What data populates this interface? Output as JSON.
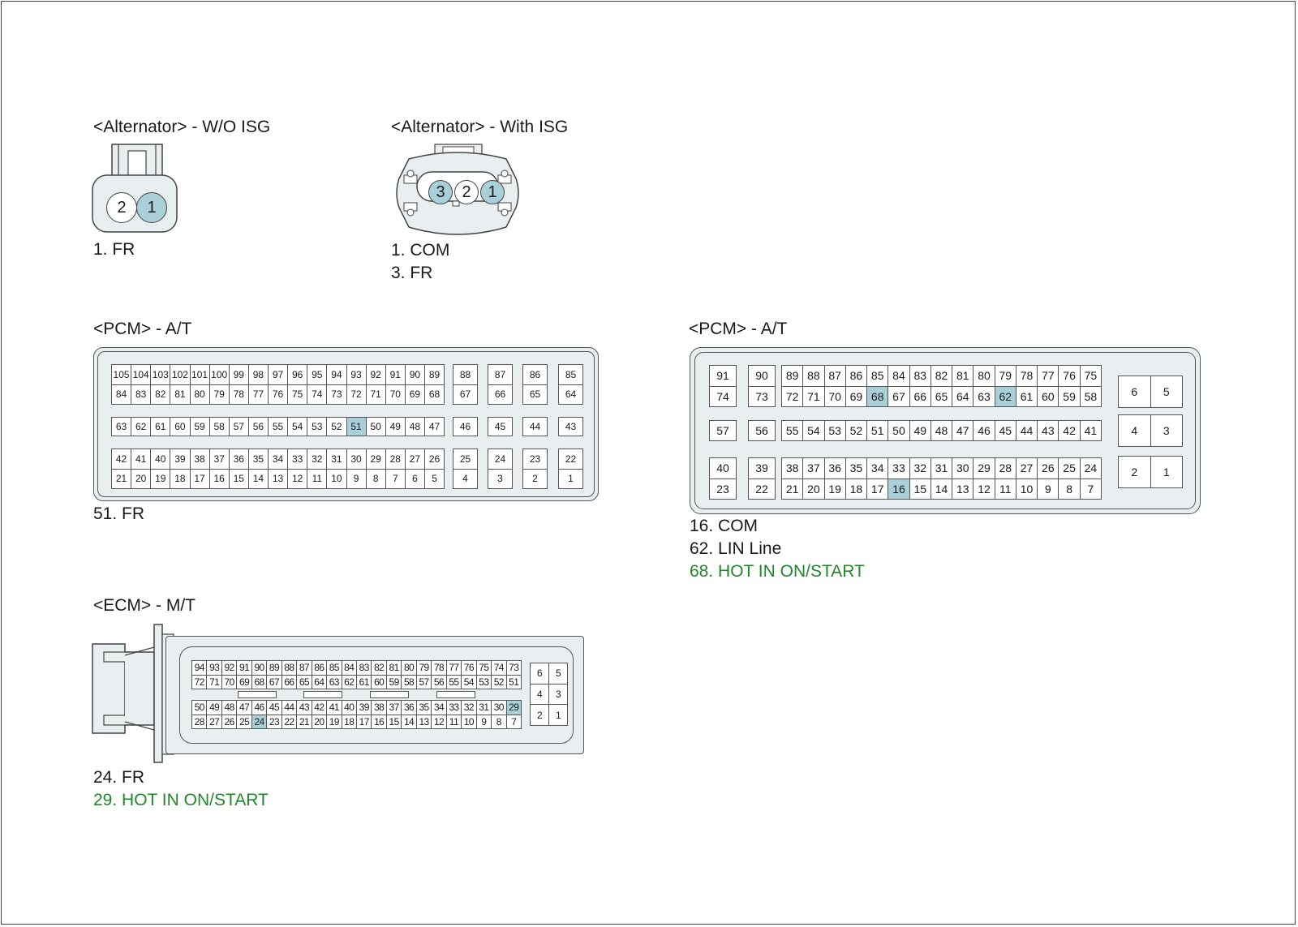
{
  "alt_wo_isg": {
    "title": "<Alternator> - W/O ISG",
    "pins": [
      {
        "n": "2",
        "hl": false
      },
      {
        "n": "1",
        "hl": true
      }
    ],
    "legend": [
      {
        "text": "1. FR",
        "hot": false
      }
    ]
  },
  "alt_with_isg": {
    "title": "<Alternator> - With ISG",
    "pins": [
      {
        "n": "3",
        "hl": true
      },
      {
        "n": "2",
        "hl": false
      },
      {
        "n": "1",
        "hl": true
      }
    ],
    "legend": [
      {
        "text": "1. COM",
        "hot": false
      },
      {
        "text": "3. FR",
        "hot": false
      }
    ]
  },
  "pcm1": {
    "title": "<PCM> - A/T",
    "highlight": [
      "51"
    ],
    "groups": [
      {
        "rows": [
          [
            "105",
            "104",
            "103",
            "102",
            "101",
            "100",
            "99",
            "98",
            "97",
            "96",
            "95",
            "94",
            "93",
            "92",
            "91",
            "90",
            "89"
          ],
          [
            "84",
            "83",
            "82",
            "81",
            "80",
            "79",
            "78",
            "77",
            "76",
            "75",
            "74",
            "73",
            "72",
            "71",
            "70",
            "69",
            "68"
          ]
        ]
      },
      {
        "rows": [
          [
            "88"
          ],
          [
            "67"
          ]
        ]
      },
      {
        "rows": [
          [
            "87"
          ],
          [
            "66"
          ]
        ]
      },
      {
        "rows": [
          [
            "86"
          ],
          [
            "65"
          ]
        ]
      },
      {
        "rows": [
          [
            "85"
          ],
          [
            "64"
          ]
        ]
      },
      {
        "rows": [
          [
            "63",
            "62",
            "61",
            "60",
            "59",
            "58",
            "57",
            "56",
            "55",
            "54",
            "53",
            "52",
            "51",
            "50",
            "49",
            "48",
            "47"
          ]
        ]
      },
      {
        "rows": [
          [
            "46"
          ]
        ]
      },
      {
        "rows": [
          [
            "45"
          ]
        ]
      },
      {
        "rows": [
          [
            "44"
          ]
        ]
      },
      {
        "rows": [
          [
            "43"
          ]
        ]
      },
      {
        "rows": [
          [
            "42",
            "41",
            "40",
            "39",
            "38",
            "37",
            "36",
            "35",
            "34",
            "33",
            "32",
            "31",
            "30",
            "29",
            "28",
            "27",
            "26"
          ],
          [
            "21",
            "20",
            "19",
            "18",
            "17",
            "16",
            "15",
            "14",
            "13",
            "12",
            "11",
            "10",
            "9",
            "8",
            "7",
            "6",
            "5"
          ]
        ]
      },
      {
        "rows": [
          [
            "25"
          ],
          [
            "4"
          ]
        ]
      },
      {
        "rows": [
          [
            "24"
          ],
          [
            "3"
          ]
        ]
      },
      {
        "rows": [
          [
            "23"
          ],
          [
            "2"
          ]
        ]
      },
      {
        "rows": [
          [
            "22"
          ],
          [
            "1"
          ]
        ]
      }
    ],
    "legend": [
      {
        "text": "51. FR",
        "hot": false
      }
    ]
  },
  "pcm2": {
    "title": "<PCM> - A/T",
    "highlight": [
      "68",
      "62",
      "16"
    ],
    "groups": [
      {
        "rows": [
          [
            "91"
          ],
          [
            "74"
          ]
        ]
      },
      {
        "rows": [
          [
            "90"
          ],
          [
            "73"
          ]
        ]
      },
      {
        "rows": [
          [
            "89",
            "88",
            "87",
            "86",
            "85",
            "84",
            "83",
            "82",
            "81",
            "80",
            "79",
            "78",
            "77",
            "76",
            "75"
          ],
          [
            "72",
            "71",
            "70",
            "69",
            "68",
            "67",
            "66",
            "65",
            "64",
            "63",
            "62",
            "61",
            "60",
            "59",
            "58"
          ]
        ]
      },
      {
        "rows": [
          [
            "57"
          ]
        ]
      },
      {
        "rows": [
          [
            "56"
          ]
        ]
      },
      {
        "rows": [
          [
            "55",
            "54",
            "53",
            "52",
            "51",
            "50",
            "49",
            "48",
            "47",
            "46",
            "45",
            "44",
            "43",
            "42",
            "41"
          ]
        ]
      },
      {
        "rows": [
          [
            "40"
          ],
          [
            "23"
          ]
        ]
      },
      {
        "rows": [
          [
            "39"
          ],
          [
            "22"
          ]
        ]
      },
      {
        "rows": [
          [
            "38",
            "37",
            "36",
            "35",
            "34",
            "33",
            "32",
            "31",
            "30",
            "29",
            "28",
            "27",
            "26",
            "25",
            "24"
          ],
          [
            "21",
            "20",
            "19",
            "18",
            "17",
            "16",
            "15",
            "14",
            "13",
            "12",
            "11",
            "10",
            "9",
            "8",
            "7"
          ]
        ]
      },
      {
        "rows": [
          [
            "6",
            "5"
          ]
        ]
      },
      {
        "rows": [
          [
            "4",
            "3"
          ]
        ]
      },
      {
        "rows": [
          [
            "2",
            "1"
          ]
        ]
      }
    ],
    "legend": [
      {
        "text": "16. COM",
        "hot": false
      },
      {
        "text": "62. LIN Line",
        "hot": false
      },
      {
        "text": "68. HOT IN ON/START",
        "hot": true
      }
    ]
  },
  "ecm": {
    "title": "<ECM> - M/T",
    "highlight": [
      "29",
      "24"
    ],
    "groups": [
      {
        "rows": [
          [
            "94",
            "93",
            "92",
            "91",
            "90",
            "89",
            "88",
            "87",
            "86",
            "85",
            "84",
            "83",
            "82",
            "81",
            "80",
            "79",
            "78",
            "77",
            "76",
            "75",
            "74",
            "73"
          ],
          [
            "72",
            "71",
            "70",
            "69",
            "68",
            "67",
            "66",
            "65",
            "64",
            "63",
            "62",
            "61",
            "60",
            "59",
            "58",
            "57",
            "56",
            "55",
            "54",
            "53",
            "52",
            "51"
          ]
        ]
      },
      {
        "rows": [
          [
            "50",
            "49",
            "48",
            "47",
            "46",
            "45",
            "44",
            "43",
            "42",
            "41",
            "40",
            "39",
            "38",
            "37",
            "36",
            "35",
            "34",
            "33",
            "32",
            "31",
            "30",
            "29"
          ],
          [
            "28",
            "27",
            "26",
            "25",
            "24",
            "23",
            "22",
            "21",
            "20",
            "19",
            "18",
            "17",
            "16",
            "15",
            "14",
            "13",
            "12",
            "11",
            "10",
            "9",
            "8",
            "7"
          ]
        ]
      },
      {
        "rows": [
          [
            "6",
            "5"
          ],
          [
            "4",
            "3"
          ],
          [
            "2",
            "1"
          ]
        ]
      }
    ],
    "legend": [
      {
        "text": "24. FR",
        "hot": false
      },
      {
        "text": "29. HOT IN ON/START",
        "hot": true
      }
    ]
  }
}
